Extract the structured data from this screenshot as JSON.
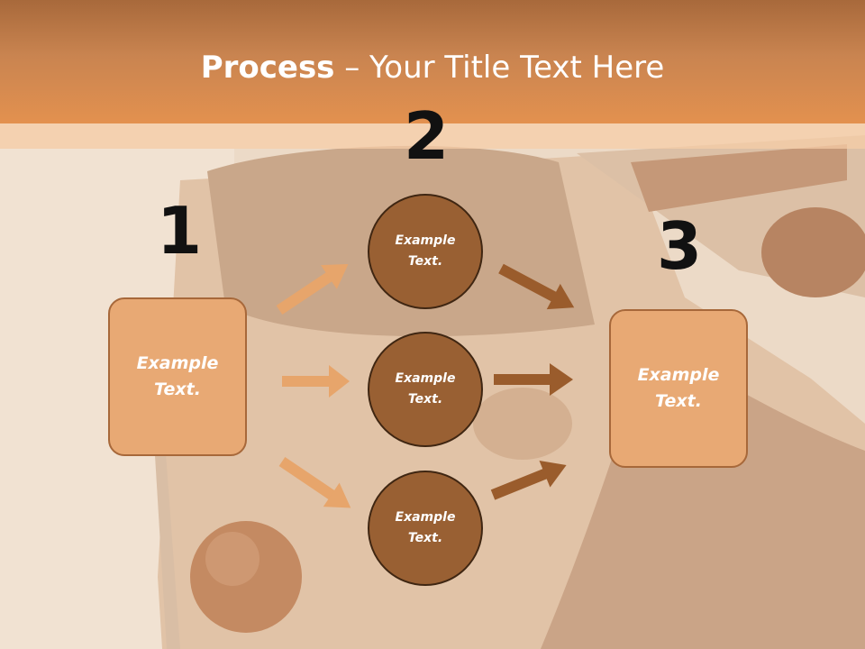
{
  "slide": {
    "title_bold": "Process",
    "title_rest": " – Your Title Text Here"
  },
  "steps": {
    "step1_number": "1",
    "step2_number": "2",
    "step3_number": "3"
  },
  "boxes": {
    "left_text": "Example Text.",
    "right_text": "Example Text."
  },
  "circles": [
    {
      "text": "Example Text."
    },
    {
      "text": "Example Text."
    },
    {
      "text": "Example Text."
    }
  ],
  "colors": {
    "header": "#e3914f",
    "box_fill": "#e8a974",
    "circle_fill": "#996033",
    "arrow_light": "#e7a56b",
    "arrow_dark": "#9a5c2c"
  }
}
